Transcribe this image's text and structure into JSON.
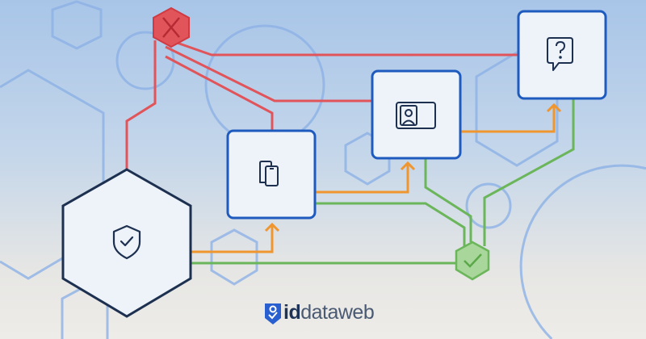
{
  "logo": {
    "bold": "id",
    "light": "dataweb"
  },
  "colors": {
    "red": "#e0545a",
    "orange": "#f0962e",
    "green": "#6bb55a",
    "box_border": "#1f5bbf",
    "dark": "#1d3050"
  },
  "nodes": [
    {
      "icon": "shield-check-icon",
      "status": "verified"
    },
    {
      "icon": "phones-icon"
    },
    {
      "icon": "id-card-icon"
    },
    {
      "icon": "question-chat-icon"
    },
    {
      "icon": "x-icon",
      "status": "rejected"
    },
    {
      "icon": "check-icon",
      "status": "approved"
    }
  ]
}
